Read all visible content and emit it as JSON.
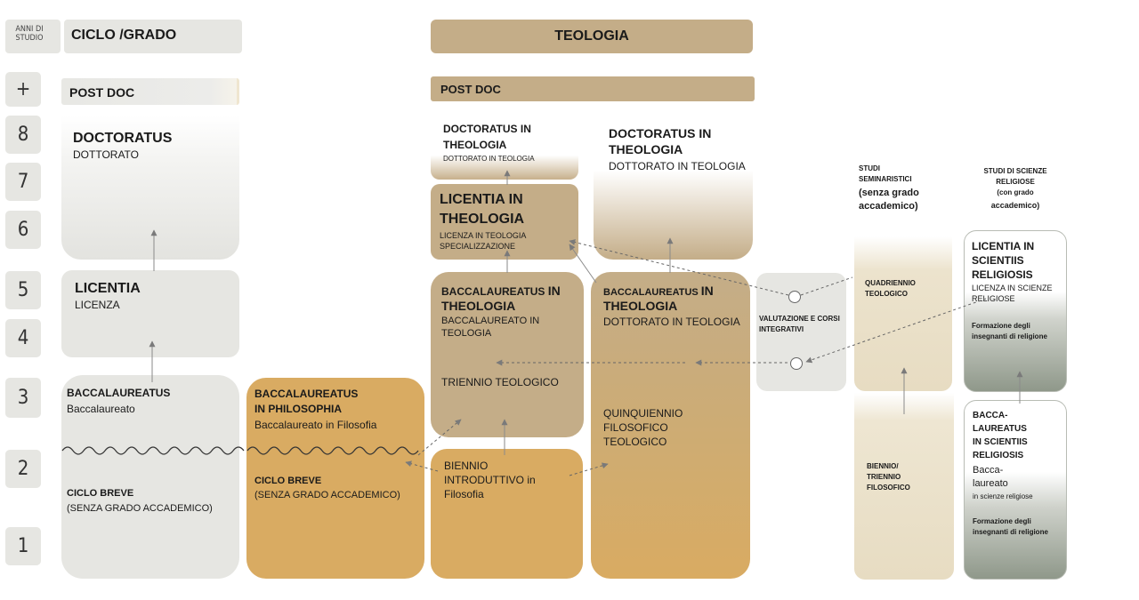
{
  "header": {
    "years_label": "ANNI DI STUDIO",
    "ciclo_label": "CICLO /GRADO",
    "teologia_label": "TEOLOGIA"
  },
  "years": [
    "+",
    "8",
    "7",
    "6",
    "5",
    "4",
    "3",
    "2",
    "1"
  ],
  "ciclo": {
    "post_doc": "POST DOC",
    "doctoratus_title": "DOCTORATUS",
    "doctoratus_sub": "DOTTORATO",
    "licentia_title": "LICENTIA",
    "licentia_sub": "LICENZA",
    "baccalaureatus_title": "BACCALAUREATUS",
    "baccalaureatus_sub": "Baccalaureato",
    "ciclo_breve_title": "CICLO BREVE",
    "ciclo_breve_sub": "(SENZA GRADO ACCADEMICO)"
  },
  "filosofia": {
    "bacc_title_1": "BACCALAUREATUS",
    "bacc_title_2": "IN PHILOSOPHIA",
    "bacc_sub": "Baccalaureato in Filosofia",
    "ciclo_breve_title": "CICLO BREVE",
    "ciclo_breve_sub": "(SENZA GRADO ACCADEMICO)"
  },
  "teologia": {
    "post_doc": "POST DOC",
    "doct1_title_1": "DOCTORATUS IN",
    "doct1_title_2": "THEOLOGIA",
    "doct1_sub": "DOTTORATO IN TEOLOGIA",
    "doct2_title_1": "DOCTORATUS IN",
    "doct2_title_2": "THEOLOGIA",
    "doct2_sub": "DOTTORATO IN TEOLOGIA",
    "lic_title_1": "LICENTIA IN",
    "lic_title_2": "THEOLOGIA",
    "lic_sub_1": "LICENZA IN TEOLOGIA",
    "lic_sub_2": "SPECIALIZZAZIONE",
    "bacc1_title_a": "BACCALAUREATUS",
    "bacc1_title_b": "IN",
    "bacc1_title_2": "THEOLOGIA",
    "bacc1_sub_1": "BACCALAUREATO IN",
    "bacc1_sub_2": "TEOLOGIA",
    "triennio": "TRIENNIO TEOLOGICO",
    "bacc2_title_a": "BACCALAUREATUS",
    "bacc2_title_b": "IN",
    "bacc2_title_2": "THEOLOGIA",
    "bacc2_sub": "DOTTORATO IN TEOLOGIA",
    "quinq_1": "QUINQUIENNIO",
    "quinq_2": "FILOSOFICO",
    "quinq_3": "TEOLOGICO",
    "biennio_1": "BIENNIO",
    "biennio_2": "INTRODUTTIVO in",
    "biennio_3": "Filosofia"
  },
  "valutazione": {
    "line_1": "VALUTAZIONE E CORSI",
    "line_2": "INTEGRATIVI"
  },
  "seminaristici": {
    "header_1": "STUDI",
    "header_2": "SEMINARISTICI",
    "header_3": "(senza grado",
    "header_4": "accademico)",
    "quadr_1": "QUADRIENNIO",
    "quadr_2": "TEOLOGICO",
    "biennio_1": "BIENNIO/",
    "biennio_2": "TRIENNIO",
    "biennio_3": "FILOSOFICO"
  },
  "scienze": {
    "header_1": "STUDI DI SCIENZE",
    "header_2": "RELIGIOSE",
    "header_3": "(con grado",
    "header_4": "accademico)",
    "lic_1": "LICENTIA IN",
    "lic_2": "SCIENTIIS",
    "lic_3": "RELIGIOSIS",
    "lic_sub_1": "LICENZA  IN SCIENZE",
    "lic_sub_2": "RELIGIOSE",
    "form1_1": "Formazione degli",
    "form1_2": "insegnanti di religione",
    "bacc_1": "BACCA-",
    "bacc_2": "LAUREATUS",
    "bacc_3": "IN SCIENTIIS",
    "bacc_4": "RELIGIOSIS",
    "bacc_sub_1": "Bacca-",
    "bacc_sub_2": "laureato",
    "bacc_sub_3": "in scienze religiose",
    "form2_1": "Formazione degli",
    "form2_2": "insegnanti di religione"
  },
  "colors": {
    "grey": "#e6e6e2",
    "theology_tan": "#c4ad88",
    "philosophy_gold": "#d9ab62",
    "seminary_cream": "#e7dcc2",
    "sage": "#8f988a"
  }
}
